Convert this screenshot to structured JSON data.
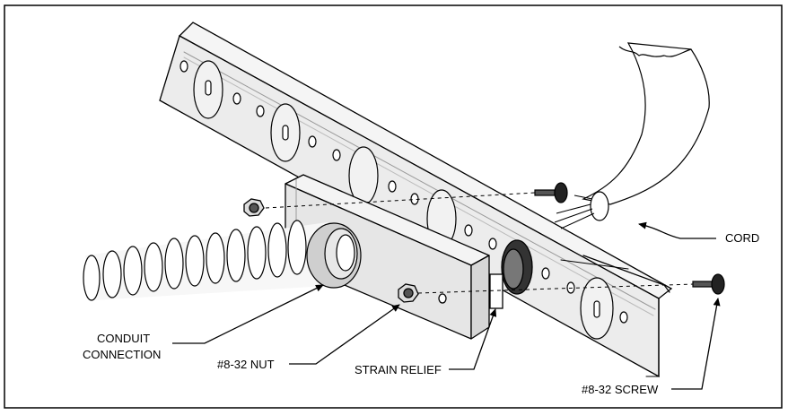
{
  "labels": {
    "cord": "CORD",
    "conduit_line1": "CONDUIT",
    "conduit_line2": "CONNECTION",
    "nut": "#8-32 NUT",
    "strain_relief": "STRAIN RELIEF",
    "screw": "#8-32 SCREW"
  }
}
